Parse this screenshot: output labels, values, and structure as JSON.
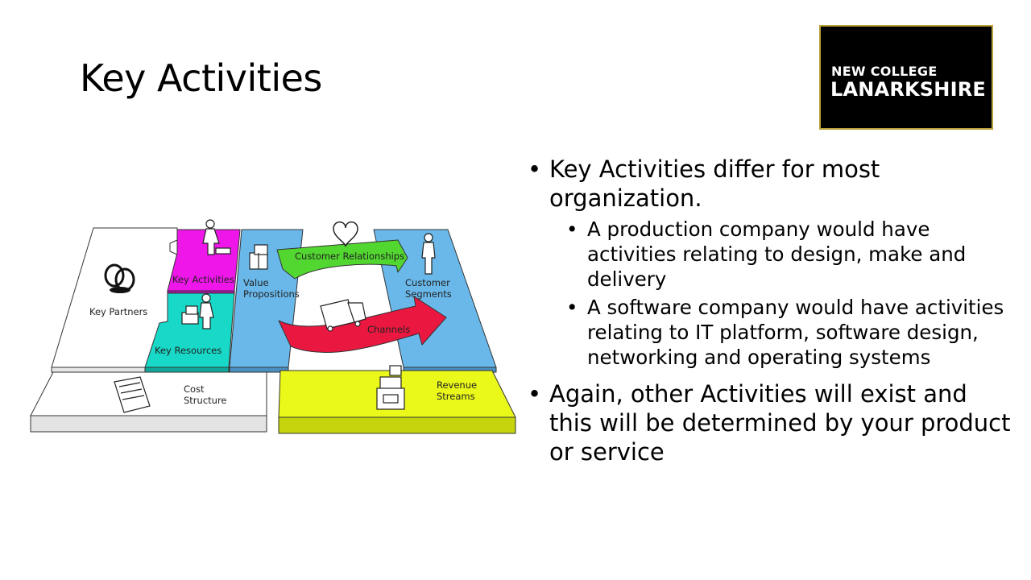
{
  "slide": {
    "title": "Key Activities"
  },
  "logo": {
    "line1": "NEW COLLEGE",
    "line2": "LANARKSHIRE"
  },
  "canvas": {
    "blocks": {
      "key_partners": "Key Partners",
      "key_activities": "Key Activities",
      "key_resources": "Key Resources",
      "value_propositions_1": "Value",
      "value_propositions_2": "Propositions",
      "customer_relationships": "Customer Relationships",
      "channels": "Channels",
      "customer_segments_1": "Customer",
      "customer_segments_2": "Segments",
      "cost_structure_1": "Cost",
      "cost_structure_2": "Structure",
      "revenue_streams_1": "Revenue",
      "revenue_streams_2": "Streams"
    },
    "colors": {
      "key_activities": "#ee16e8",
      "key_resources": "#18d8c8",
      "value_segments": "#6ab8ea",
      "customer_relationships": "#52d630",
      "channels": "#ea1840",
      "revenue_streams": "#eaf81a",
      "white_block": "#ffffff"
    }
  },
  "bullets": {
    "b1": "Key Activities differ for most organization.",
    "b1_sub1": "A production company would have activities relating to design, make and delivery",
    "b1_sub2": "A software company would have activities relating to IT platform, software design, networking and operating systems",
    "b2": "Again, other Activities will exist and this will be determined by your product or service"
  }
}
